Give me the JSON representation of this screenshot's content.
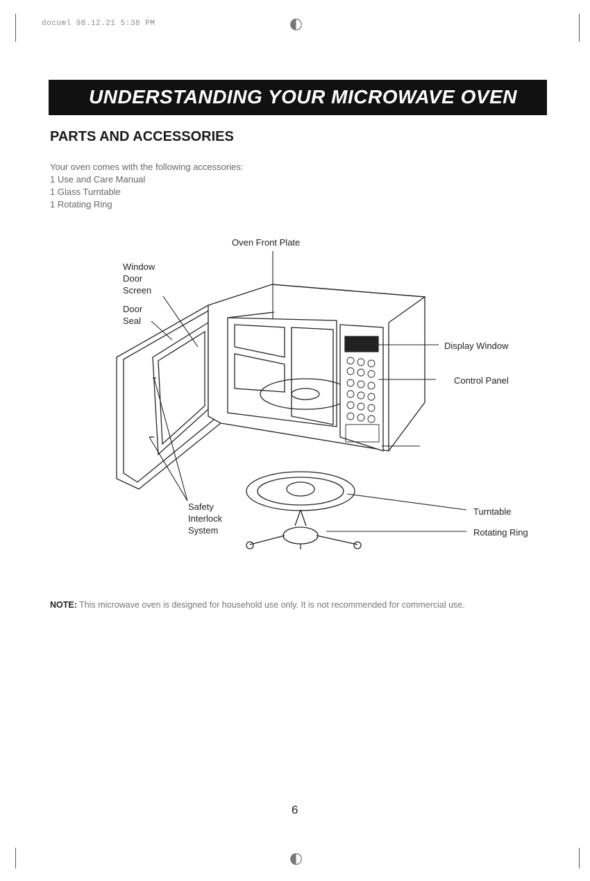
{
  "header_line": "documl 98.12.21 5:38 PM",
  "banner_title": "UNDERSTANDING YOUR MICROWAVE OVEN",
  "section_title": "PARTS AND ACCESSORIES",
  "intro": {
    "line1": "Your oven comes with the following accessories:",
    "items": [
      "1  Use and Care Manual",
      "1  Glass Turntable",
      "1  Rotating Ring"
    ]
  },
  "labels": {
    "front_plate": "Oven Front Plate",
    "window": "Window",
    "door_screen_1": "Door",
    "door_screen_2": "Screen",
    "door_seal_1": "Door",
    "door_seal_2": "Seal",
    "display_window": "Display Window",
    "control_panel": "Control Panel",
    "safety_1": "Safety",
    "safety_2": "Interlock",
    "safety_3": "System",
    "turntable": "Turntable",
    "rotating_ring": "Rotating Ring"
  },
  "note": {
    "key": "NOTE:",
    "text": "This microwave oven is designed for household use only. It is not recommended for commercial use."
  },
  "page_number": "6"
}
